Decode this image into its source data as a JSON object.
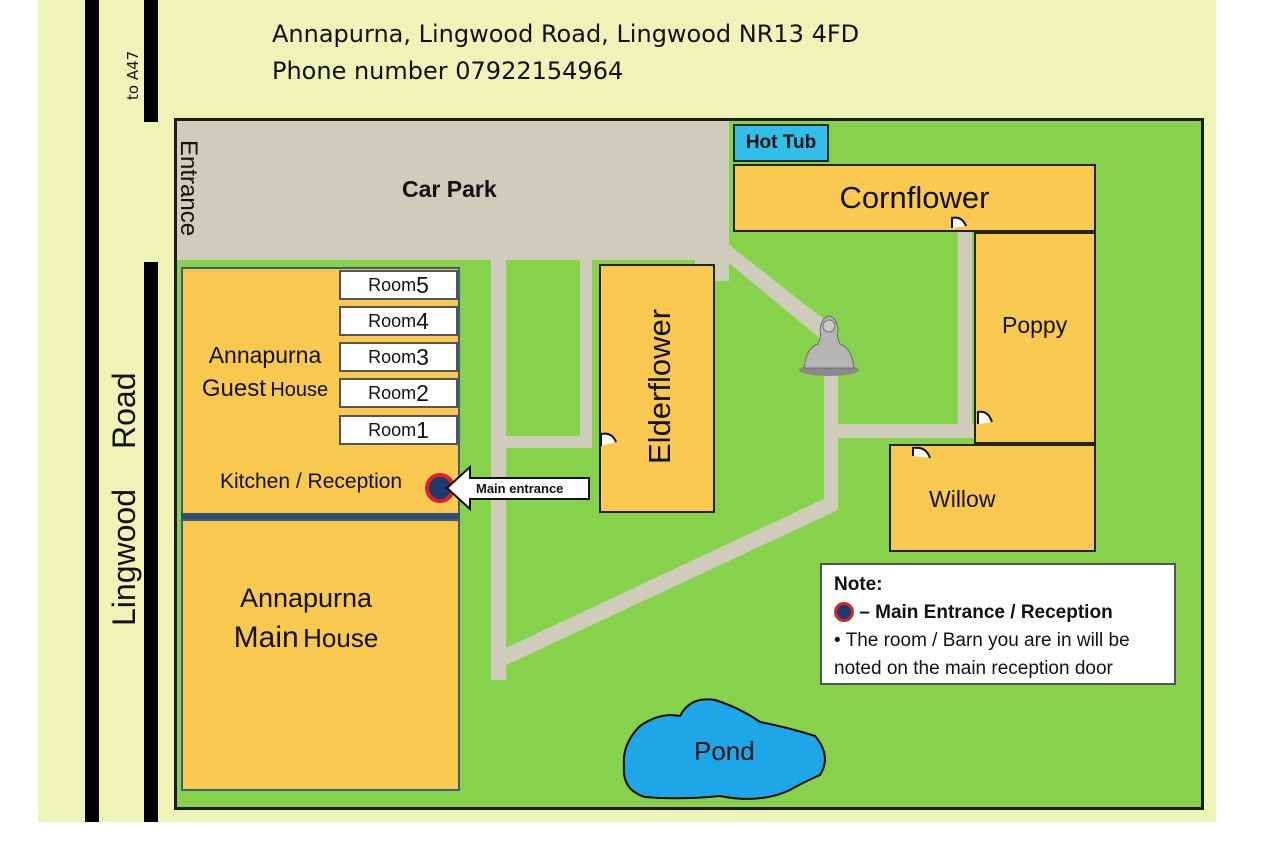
{
  "header": {
    "address": "Annapurna, Lingwood Road, Lingwood NR13 4FD",
    "phone": "Phone number 07922154964"
  },
  "road": {
    "name_part1": "Lingwood",
    "name_part2": "Road",
    "to_a47": "to A47"
  },
  "site": {
    "entrance": "Entrance",
    "car_park": "Car Park",
    "hot_tub": "Hot Tub",
    "pond": "Pond"
  },
  "buildings": {
    "guest_house_line1": "Annapurna",
    "guest_house_line2a": "Guest",
    "guest_house_line2b": "House",
    "kitchen_reception": "Kitchen / Reception",
    "main_house_line1": "Annapurna",
    "main_house_line2a": "Main",
    "main_house_line2b": "House",
    "elderflower": "Elderflower",
    "cornflower": "Cornflower",
    "poppy": "Poppy",
    "willow": "Willow"
  },
  "rooms": [
    {
      "word": "Room",
      "num": "5"
    },
    {
      "word": "Room",
      "num": "4"
    },
    {
      "word": "Room",
      "num": "3"
    },
    {
      "word": "Room",
      "num": "2"
    },
    {
      "word": "Room",
      "num": "1"
    }
  ],
  "main_entrance_label": "Main entrance",
  "note": {
    "title": "Note:",
    "line1": "– Main Entrance / Reception",
    "line2": "• The room / Barn you are in will be",
    "line3": "noted on the main reception door"
  },
  "colors": {
    "background": "#eef4b7",
    "grass": "#86d24a",
    "building": "#f9c84f",
    "path": "#cfccbc",
    "water": "#1ea7e8",
    "entrance_dot": "#1d3a6e",
    "entrance_ring": "#d9232a"
  }
}
